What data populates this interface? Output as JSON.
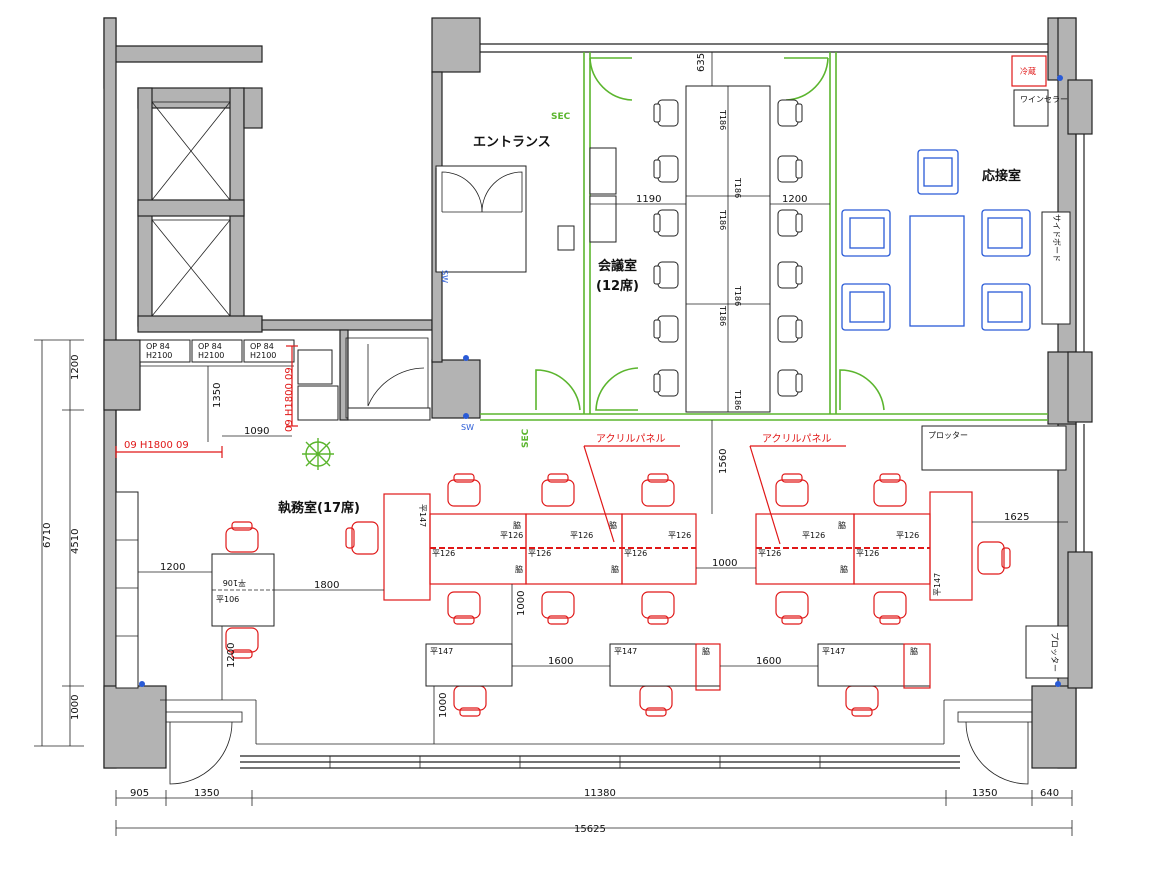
{
  "rooms": {
    "entrance": "エントランス",
    "meeting_room": "会議室",
    "meeting_seats": "(12席)",
    "reception_room": "応接室",
    "office_room": "執務室(17席)"
  },
  "annotations": {
    "acrylic_panel_1": "アクリルパネル",
    "acrylic_panel_2": "アクリルパネル",
    "plotter_1": "プロッター",
    "plotter_2": "プロッター",
    "sideboard": "サイドボード",
    "wine_cellar": "ワインセラー",
    "fridge": "冷蔵",
    "partition_red_1": "09 H1800 09",
    "partition_red_2": "09 H1800 09",
    "sec_1": "SEC",
    "sec_2": "SEC",
    "sw_1": "SW",
    "sw_2": "SW",
    "op_label": "OP 84",
    "h_label": "H2100",
    "desk_t186": "T186",
    "desk_h126": "平126",
    "desk_h147": "平147",
    "desk_h106": "平106",
    "wagon": "脇"
  },
  "dimensions": {
    "bottom_segments": [
      "905",
      "1350",
      "11380",
      "1350",
      "640"
    ],
    "bottom_total": "15625",
    "left_total": "6710",
    "left_segments": [
      "1200",
      "4510",
      "1000"
    ],
    "meeting_top": "635",
    "meeting_left": "1190",
    "meeting_right": "1200",
    "corridor_v": "1350",
    "corridor_h": "1090",
    "office_gap_1": "1560",
    "office_gap_2": "1000",
    "office_right": "1625",
    "office_left": "1200",
    "office_mid": "1800",
    "office_lower_v": "1000",
    "office_lower_left": "1200",
    "office_row2_1": "1600",
    "office_row2_2": "1600",
    "office_bottom": "1000"
  }
}
